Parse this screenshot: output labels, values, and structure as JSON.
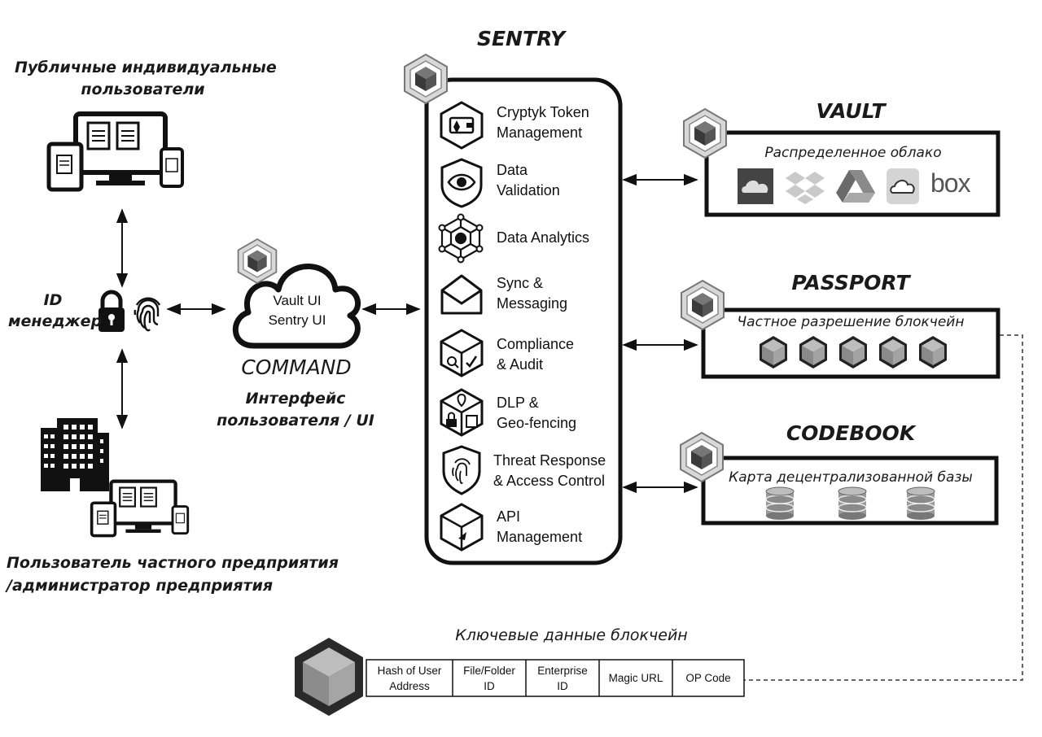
{
  "command": {
    "title": "COMMAND",
    "subtitle_line1": "Интерфейс",
    "subtitle_line2": "пользователя / UI",
    "cloud_line1": "Vault UI",
    "cloud_line2": "Sentry UI"
  },
  "public_users": {
    "line1": "Публичные индивидуальные",
    "line2": "пользователи"
  },
  "id_manager": {
    "line1": "ID",
    "line2": "менеджер"
  },
  "enterprise_users": {
    "line1": "Пользователь частного предприятия",
    "line2": "/администратор предприятия"
  },
  "sentry": {
    "title": "SENTRY",
    "modules": [
      {
        "line1": "Cryptyk Token",
        "line2": "Management",
        "icon": "wallet-icon"
      },
      {
        "line1": "Data",
        "line2": "Validation",
        "icon": "eye-icon"
      },
      {
        "line1": "Data Analytics",
        "line2": "",
        "icon": "network-icon"
      },
      {
        "line1": "Sync &",
        "line2": "Messaging",
        "icon": "envelope-icon"
      },
      {
        "line1": "Compliance",
        "line2": "& Audit",
        "icon": "audit-cube-icon"
      },
      {
        "line1": "DLP &",
        "line2": "Geo-fencing",
        "icon": "geo-cube-icon"
      },
      {
        "line1": "Threat Response",
        "line2": "& Access Control",
        "icon": "fingerprint-shield-icon"
      },
      {
        "line1": "API",
        "line2": "Management",
        "icon": "api-cube-icon"
      }
    ]
  },
  "vault": {
    "title": "VAULT",
    "subtitle": "Распределенное облако",
    "providers": [
      "onedrive-icon",
      "dropbox-icon",
      "google-drive-icon",
      "icloud-icon",
      "box-logo"
    ],
    "box_text": "box"
  },
  "passport": {
    "title": "PASSPORT",
    "subtitle": "Частное разрешение блокчейн",
    "blocks": 5
  },
  "codebook": {
    "title": "CODEBOOK",
    "subtitle": "Карта децентрализованной базы",
    "databases": 3
  },
  "blockchain": {
    "title": "Ключевые данные блокчейн",
    "fields": [
      {
        "line1": "Hash of User",
        "line2": "Address"
      },
      {
        "line1": "File/Folder",
        "line2": "ID"
      },
      {
        "line1": "Enterprise",
        "line2": "ID"
      },
      {
        "line1": "Magic URL",
        "line2": ""
      },
      {
        "line1": "OP Code",
        "line2": ""
      }
    ]
  }
}
